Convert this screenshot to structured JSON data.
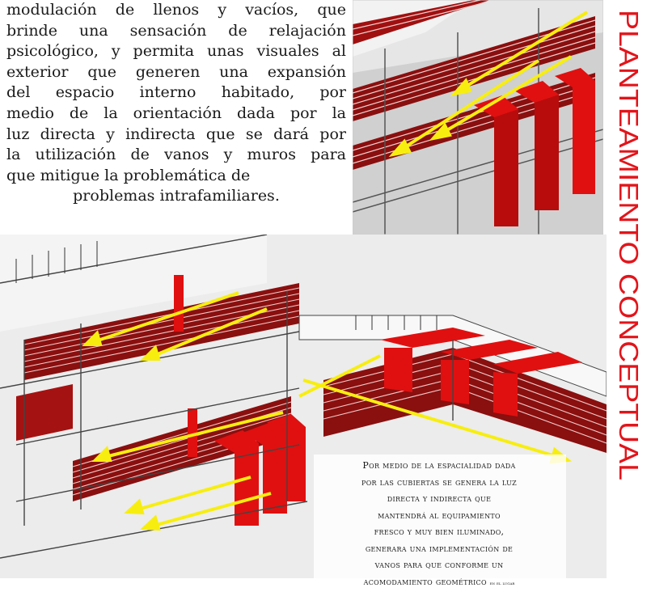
{
  "intro_lines": [
    "modulación de llenos y vacíos, que",
    "brinde una sensación de relajación",
    "psicológico, y permita unas visuales al",
    "exterior que generen una  expansión",
    "del espacio interno  habitado, por",
    "medio de la orientación dada por la",
    "luz directa y indirecta que se dará por",
    "la utilización de vanos y muros para",
    "que mitigue la problemática    de",
    "problemas intrafamiliares."
  ],
  "vertical_title": "PLANTEAMIENTO CONCEPTUAL",
  "caption_lines": [
    "Por medio de la espacialidad dada",
    "por las cubiertas se genera la luz",
    "directa y indirecta que",
    "mantendrá al equipamiento",
    "fresco y muy bien iluminado,",
    "generara una implementación de",
    "vanos para que conforme un",
    "acomodamiento geométrico"
  ],
  "caption_tail": "en el lugar",
  "colors": {
    "title_red": "#e3141a",
    "accent_red": "#e01010",
    "dark_red": "#8a0f0f",
    "arrow_yellow": "#f7ee10",
    "text": "#1a1a1a"
  },
  "icons": [
    "yellow-arrow-icon"
  ]
}
